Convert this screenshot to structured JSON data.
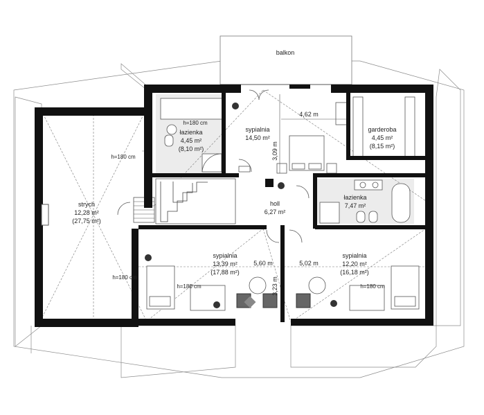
{
  "rooms": {
    "balkon": {
      "name": "balkon"
    },
    "lazienka_top": {
      "name": "łazienka",
      "area": "4,45 m²",
      "area_gross": "(8,10 m²)",
      "height": "h=180 cm"
    },
    "sypialnia_top": {
      "name": "sypialnia",
      "area": "14,50 m²",
      "dim_w": "4,62 m",
      "dim_h": "3,09 m"
    },
    "garderoba": {
      "name": "garderoba",
      "area": "4,45 m²",
      "area_gross": "(8,15 m²)"
    },
    "strych": {
      "name": "strych",
      "area": "12,28 m²",
      "area_gross": "(27,75 m²)",
      "height_top": "h=180 cm",
      "height_bottom": "h=180 cm"
    },
    "holl": {
      "name": "holl",
      "area": "6,27 m²"
    },
    "lazienka_mid": {
      "name": "łazienka",
      "area": "7,47 m²"
    },
    "sypialnia_left": {
      "name": "sypialnia",
      "area": "13,39 m²",
      "area_gross": "(17,88 m²)",
      "dim_w": "5,60 m",
      "dim_h": "3,23 m",
      "height": "h=180 cm"
    },
    "sypialnia_right": {
      "name": "sypialnia",
      "area": "12,20 m²",
      "area_gross": "(16,18 m²)",
      "dim_w": "5,02 m",
      "height": "h=180 cm"
    }
  },
  "colors": {
    "wall": "#111111",
    "tile": "#ececec",
    "roof": "#8a8a8a"
  }
}
